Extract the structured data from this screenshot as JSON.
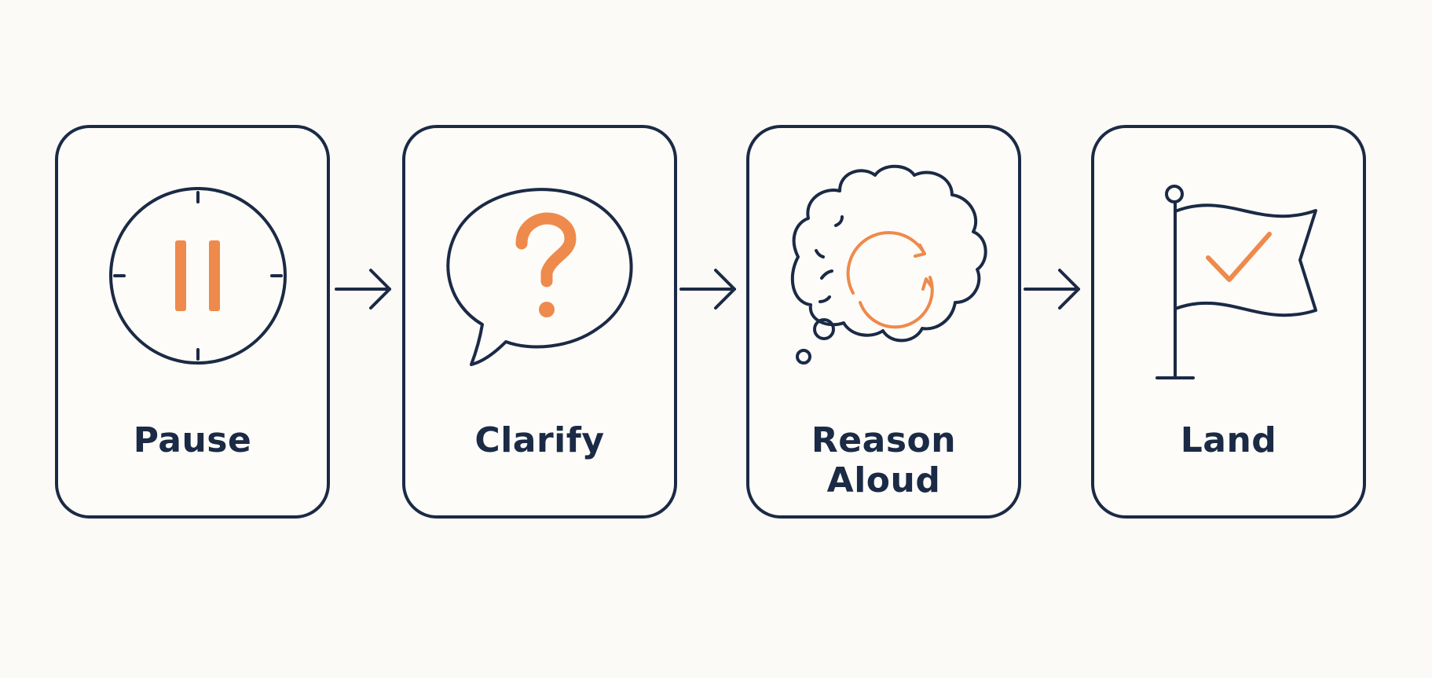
{
  "colors": {
    "ink": "#1b2a45",
    "accent": "#ee8a4b",
    "background": "#fcfaf6"
  },
  "steps": [
    {
      "label": "Pause",
      "icon": "pause-timer-icon"
    },
    {
      "label": "Clarify",
      "icon": "question-speech-bubble-icon"
    },
    {
      "label": "Reason Aloud",
      "icon": "thinking-cloud-icon"
    },
    {
      "label": "Land",
      "icon": "checkmark-flag-icon"
    }
  ]
}
